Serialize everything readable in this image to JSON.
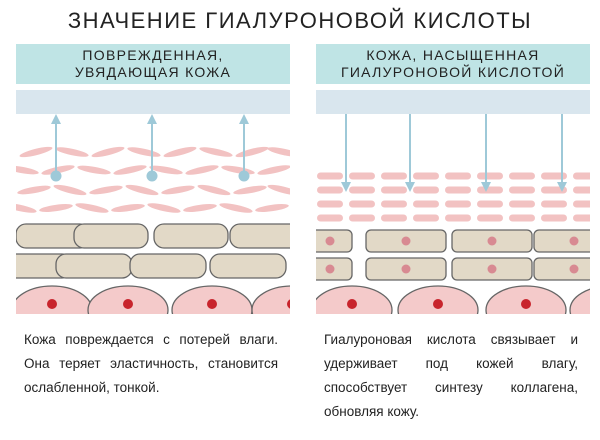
{
  "title": "ЗНАЧЕНИЕ ГИАЛУРОНОВОЙ КИСЛОТЫ",
  "panels": [
    {
      "title": "ПОВРЕЖДЕННАЯ,\nУВЯДАЮЩАЯ КОЖА",
      "state": "damaged",
      "arrow_direction": "up",
      "description": "Кожа повреждается с потерей влаги. Она теряет эластичность, становится ослабленной, тонкой."
    },
    {
      "title": "КОЖА, НАСЫЩЕННАЯ\nГИАЛУРОНОВОЙ КИСЛОТОЙ",
      "state": "saturated",
      "arrow_direction": "down",
      "description": "Гиалуроновая кислота связывает и удерживает под кожей влагу, способствует синтезу коллагена, обновляя кожу."
    }
  ],
  "colors": {
    "header": "#bfe4e5",
    "surface": "#d9e6ee",
    "arrow": "#9ec9d8",
    "collagen": "#f2c2c2",
    "band": "#e2d9c7",
    "band_stroke": "#666666",
    "cell": "#f4caca",
    "nucleus": "#c8242c",
    "nucleus_small": "#d88a92"
  },
  "icons": [
    "arrow-up-icon",
    "arrow-down-icon",
    "collagen-fiber",
    "cell-nucleus"
  ]
}
